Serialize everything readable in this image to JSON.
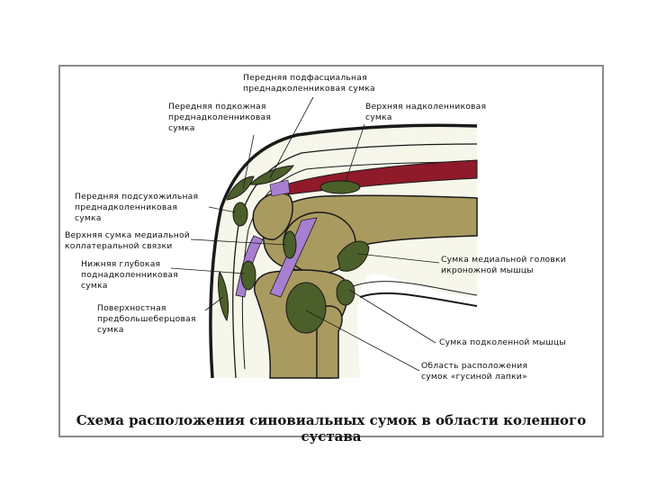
{
  "diagram": {
    "labels": {
      "ant_subfascial": "Передняя подфасциальная\nпреднадколенниковая сумка",
      "ant_subcutaneous": "Передняя подкожная\nпреднадколенниковая\nсумка",
      "suprapatellar": "Верхняя надколенниковая\nсумка",
      "ant_subtendinous": "Передняя подсухожильная\nпреднадколенниковая\nсумка",
      "med_collateral": "Верхняя сумка медиальной\nколлатеральной связки",
      "deep_infrapatellar": "Нижняя глубокая\nподнадколенниковая\nсумка",
      "superficial_pretibial": "Поверхностная\nпредбольшеберцовая\nсумка",
      "gastrocnemius": "Сумка медиальной головки\nикроножной мышцы",
      "popliteus": "Сумка подколенной мышцы",
      "pes_anserinus": "Область расположения\nсумок «гусиной лапки»"
    },
    "caption": "Схема расположения синовиальных сумок в области коленного сустава"
  },
  "colors": {
    "bone": "#a99a60",
    "bursa": "#4b5f2a",
    "ligament": "#a77fd0",
    "muscle": "#8e1a2a",
    "soft_tissue": "#f6f7ea",
    "outline": "#1a1a1a"
  }
}
